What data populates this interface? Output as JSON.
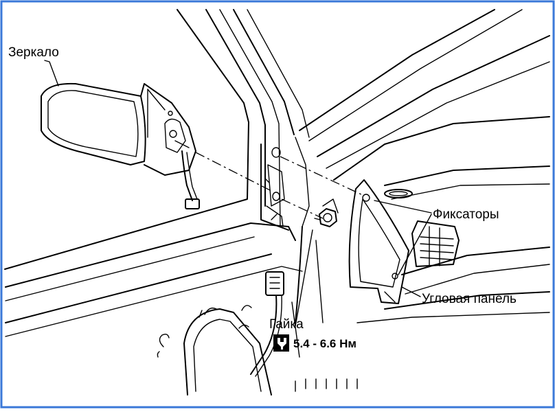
{
  "labels": {
    "mirror": "Зеркало",
    "clips": "Фиксаторы",
    "corner_panel": "Угловая панель",
    "nut": "Гайка",
    "torque": "5.4 - 6.6 Нм"
  },
  "icons": {
    "torque_wrench": "torque-wrench-icon"
  },
  "colors": {
    "frame": "#3a78d8",
    "ink": "#000000",
    "background": "#ffffff"
  }
}
